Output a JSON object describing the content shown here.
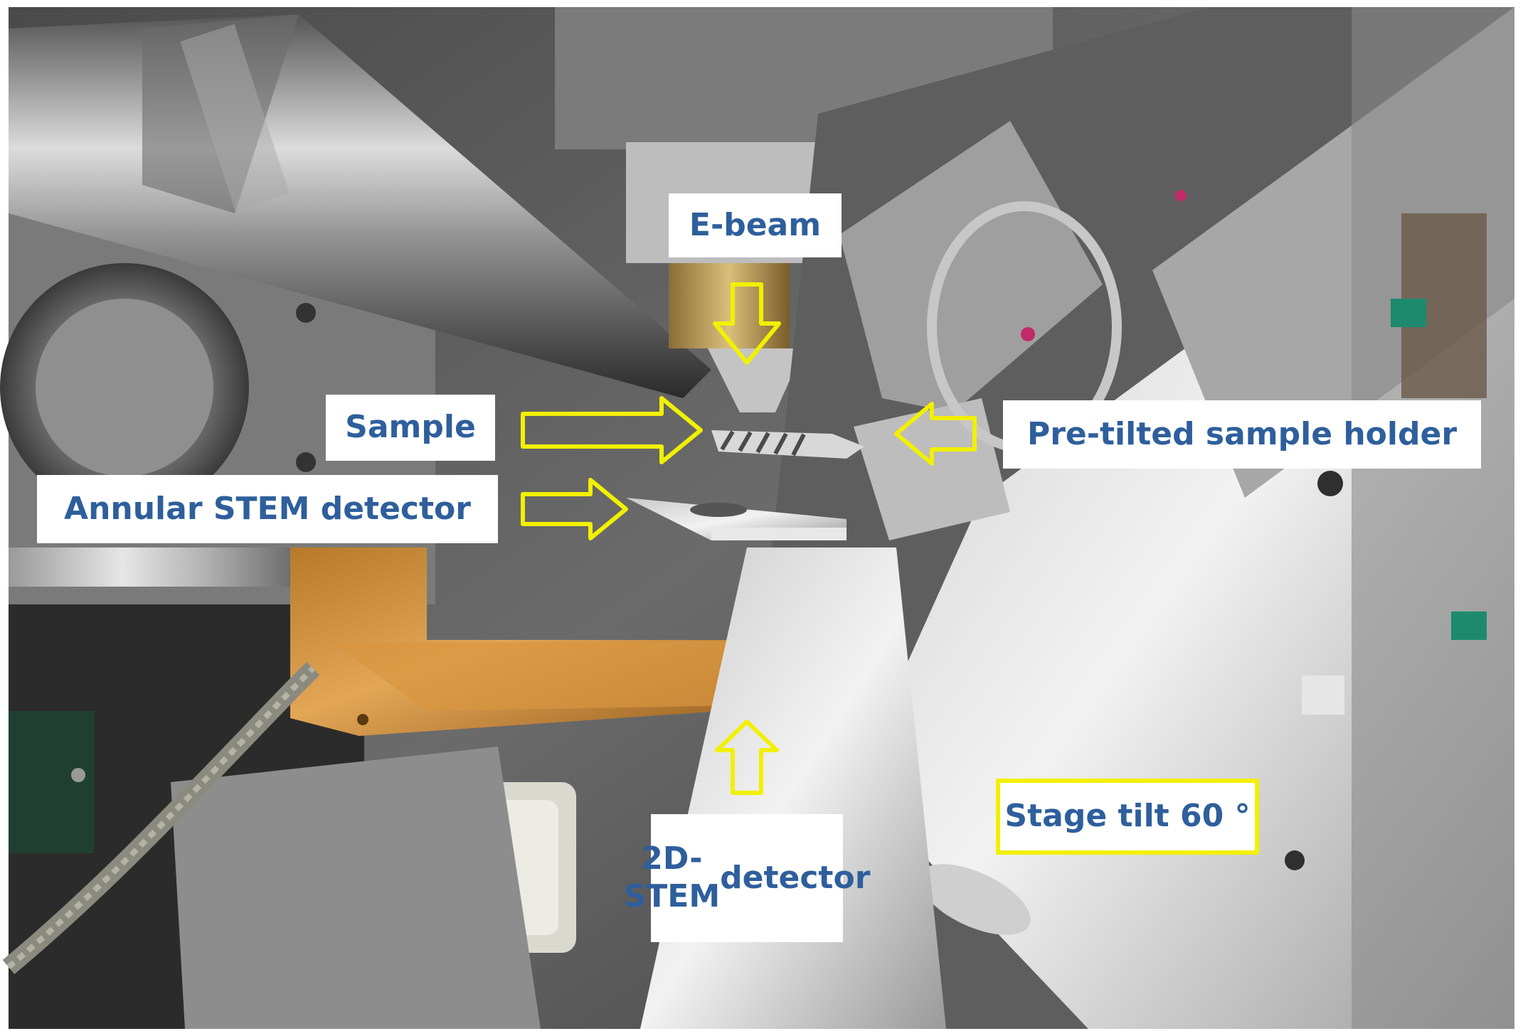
{
  "labels": {
    "ebeam": "E-beam",
    "sample": "Sample",
    "annular": "Annular STEM detector",
    "holder": "Pre-tilted sample holder",
    "stem2d_line1": "2D-STEM",
    "stem2d_line2": "detector",
    "stage": "Stage tilt 60 °"
  },
  "colors": {
    "label_text": "#2e5f9c",
    "arrow": "#f2f000",
    "border": "#f2f000"
  }
}
